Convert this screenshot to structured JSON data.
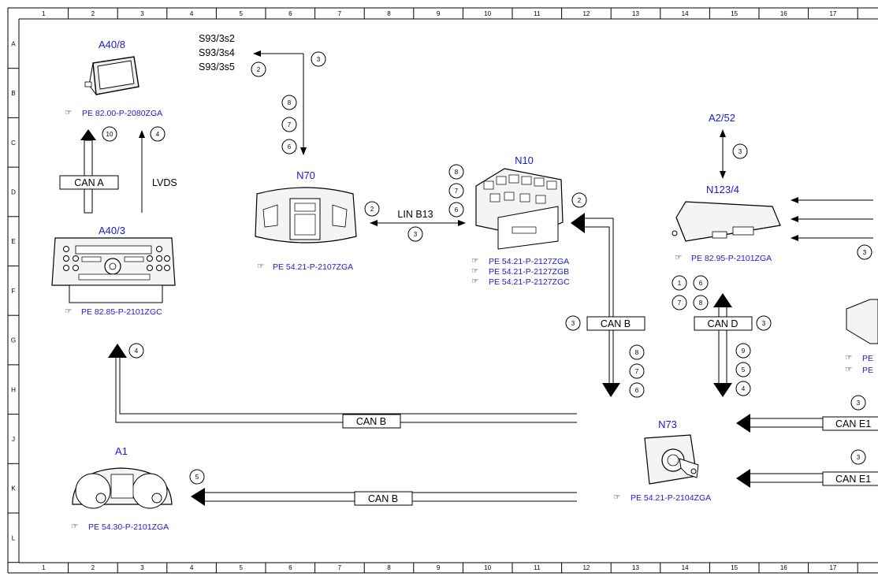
{
  "frame": {
    "columns": [
      "1",
      "2",
      "3",
      "4",
      "5",
      "6",
      "7",
      "8",
      "9",
      "10",
      "11",
      "12",
      "13",
      "14",
      "15",
      "16",
      "17"
    ],
    "rows": [
      "A",
      "B",
      "C",
      "D",
      "E",
      "F",
      "G",
      "H",
      "J",
      "K",
      "L"
    ]
  },
  "components": {
    "a40_8": {
      "name": "A40/8",
      "ref": "PE 82.00-P-2080ZGA"
    },
    "a40_3": {
      "name": "A40/3",
      "ref": "PE 82.85-P-2101ZGC"
    },
    "a1": {
      "name": "A1",
      "ref": "PE 54.30-P-2101ZGA"
    },
    "n70": {
      "name": "N70",
      "ref": "PE 54.21-P-2107ZGA"
    },
    "n10": {
      "name": "N10",
      "refs": [
        "PE 54.21-P-2127ZGA",
        "PE 54.21-P-2127ZGB",
        "PE 54.21-P-2127ZGC"
      ]
    },
    "n123_4": {
      "name": "N123/4",
      "ref": "PE 82.95-P-2101ZGA"
    },
    "a2_52": {
      "name": "A2/52"
    },
    "n73": {
      "name": "N73",
      "ref": "PE 54.21-P-2104ZGA"
    },
    "cut_refs": [
      "PE",
      "PE"
    ]
  },
  "switches": [
    "S93/3s2",
    "S93/3s4",
    "S93/3s5"
  ],
  "buses": {
    "can_a": "CAN A",
    "lvds": "LVDS",
    "lin_b13": "LIN B13",
    "can_b_n10": "CAN B",
    "can_d": "CAN D",
    "can_b_j": "CAN B",
    "can_b_k": "CAN B",
    "can_e1": "CAN E1",
    "can_e2": "CAN E1"
  },
  "signals": {
    "a40_8_can": "10",
    "a40_8_lvds": "4",
    "a40_3_up": "4",
    "s93_out": "3",
    "s93_in": "2",
    "n70_col": [
      "8",
      "7",
      "6"
    ],
    "lin_top": "2",
    "lin_bottom": "3",
    "n10_col": [
      "8",
      "7",
      "6"
    ],
    "n10_right": "2",
    "canb_left": "3",
    "canb_col": [
      "8",
      "7",
      "6"
    ],
    "a2_52": "3",
    "n123_side": "3",
    "cand_top": [
      [
        "1",
        "6"
      ],
      [
        "7",
        "8"
      ]
    ],
    "cand_right": "3",
    "cand_col": [
      "9",
      "5",
      "4"
    ],
    "a1": "5",
    "can_e1_top": "3",
    "can_e1_bottom": "3"
  }
}
